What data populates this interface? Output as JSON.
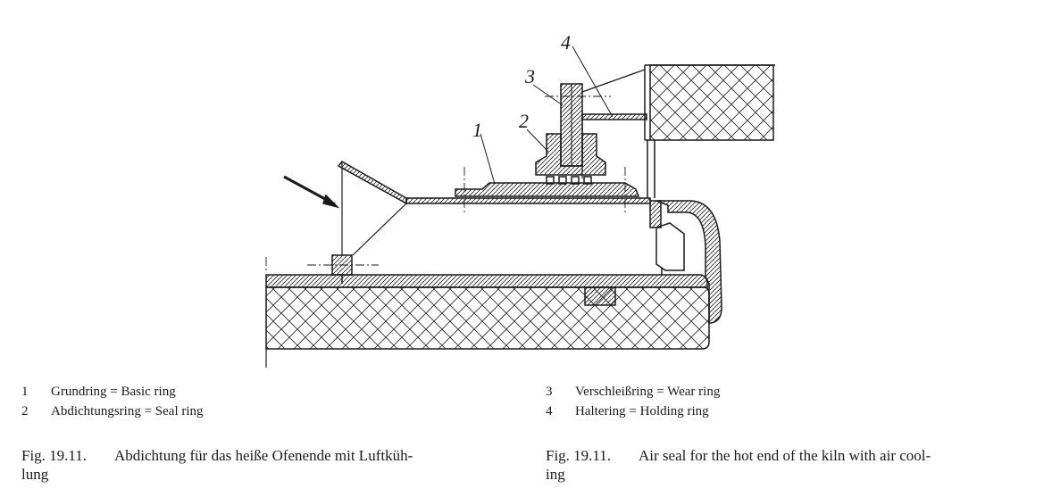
{
  "callouts": {
    "c1": "1",
    "c2": "2",
    "c3": "3",
    "c4": "4"
  },
  "legend": {
    "left": [
      {
        "num": "1",
        "text": "Grundring = Basic ring"
      },
      {
        "num": "2",
        "text": "Abdichtungsring = Seal ring"
      }
    ],
    "right": [
      {
        "num": "3",
        "text": "Verschleißring = Wear ring"
      },
      {
        "num": "4",
        "text": "Haltering = Holding ring"
      }
    ]
  },
  "caption_de": {
    "figno": "Fig. 19.11.",
    "line1": "Abdichtung für das heiße Ofenende mit Luftküh-",
    "line2": "lung"
  },
  "caption_en": {
    "figno": "Fig. 19.11.",
    "line1": "Air seal for the hot end of the kiln with air cool-",
    "line2": "ing"
  }
}
